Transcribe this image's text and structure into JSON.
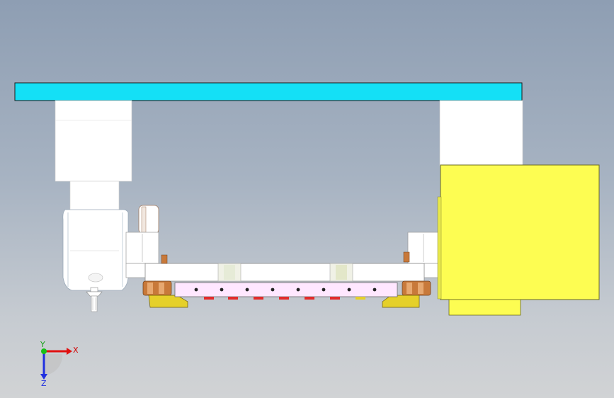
{
  "viewport": {
    "background_top": "#8e9eb3",
    "background_bottom": "#d1d3d5"
  },
  "model": {
    "top_beam_color": "#14e0f6",
    "block_color": "#ffffff",
    "yellow_box_color": "#fdfd52",
    "copper_color": "#c8793a",
    "red_marker_color": "#e22b2b",
    "rail_color": "#ffe7ff",
    "gold_color": "#e5d02a"
  },
  "triad": {
    "x_label": "X",
    "y_label": "Y",
    "z_label": "Z",
    "x_color": "#e01010",
    "y_color": "#18c018",
    "z_color": "#2030e0"
  }
}
